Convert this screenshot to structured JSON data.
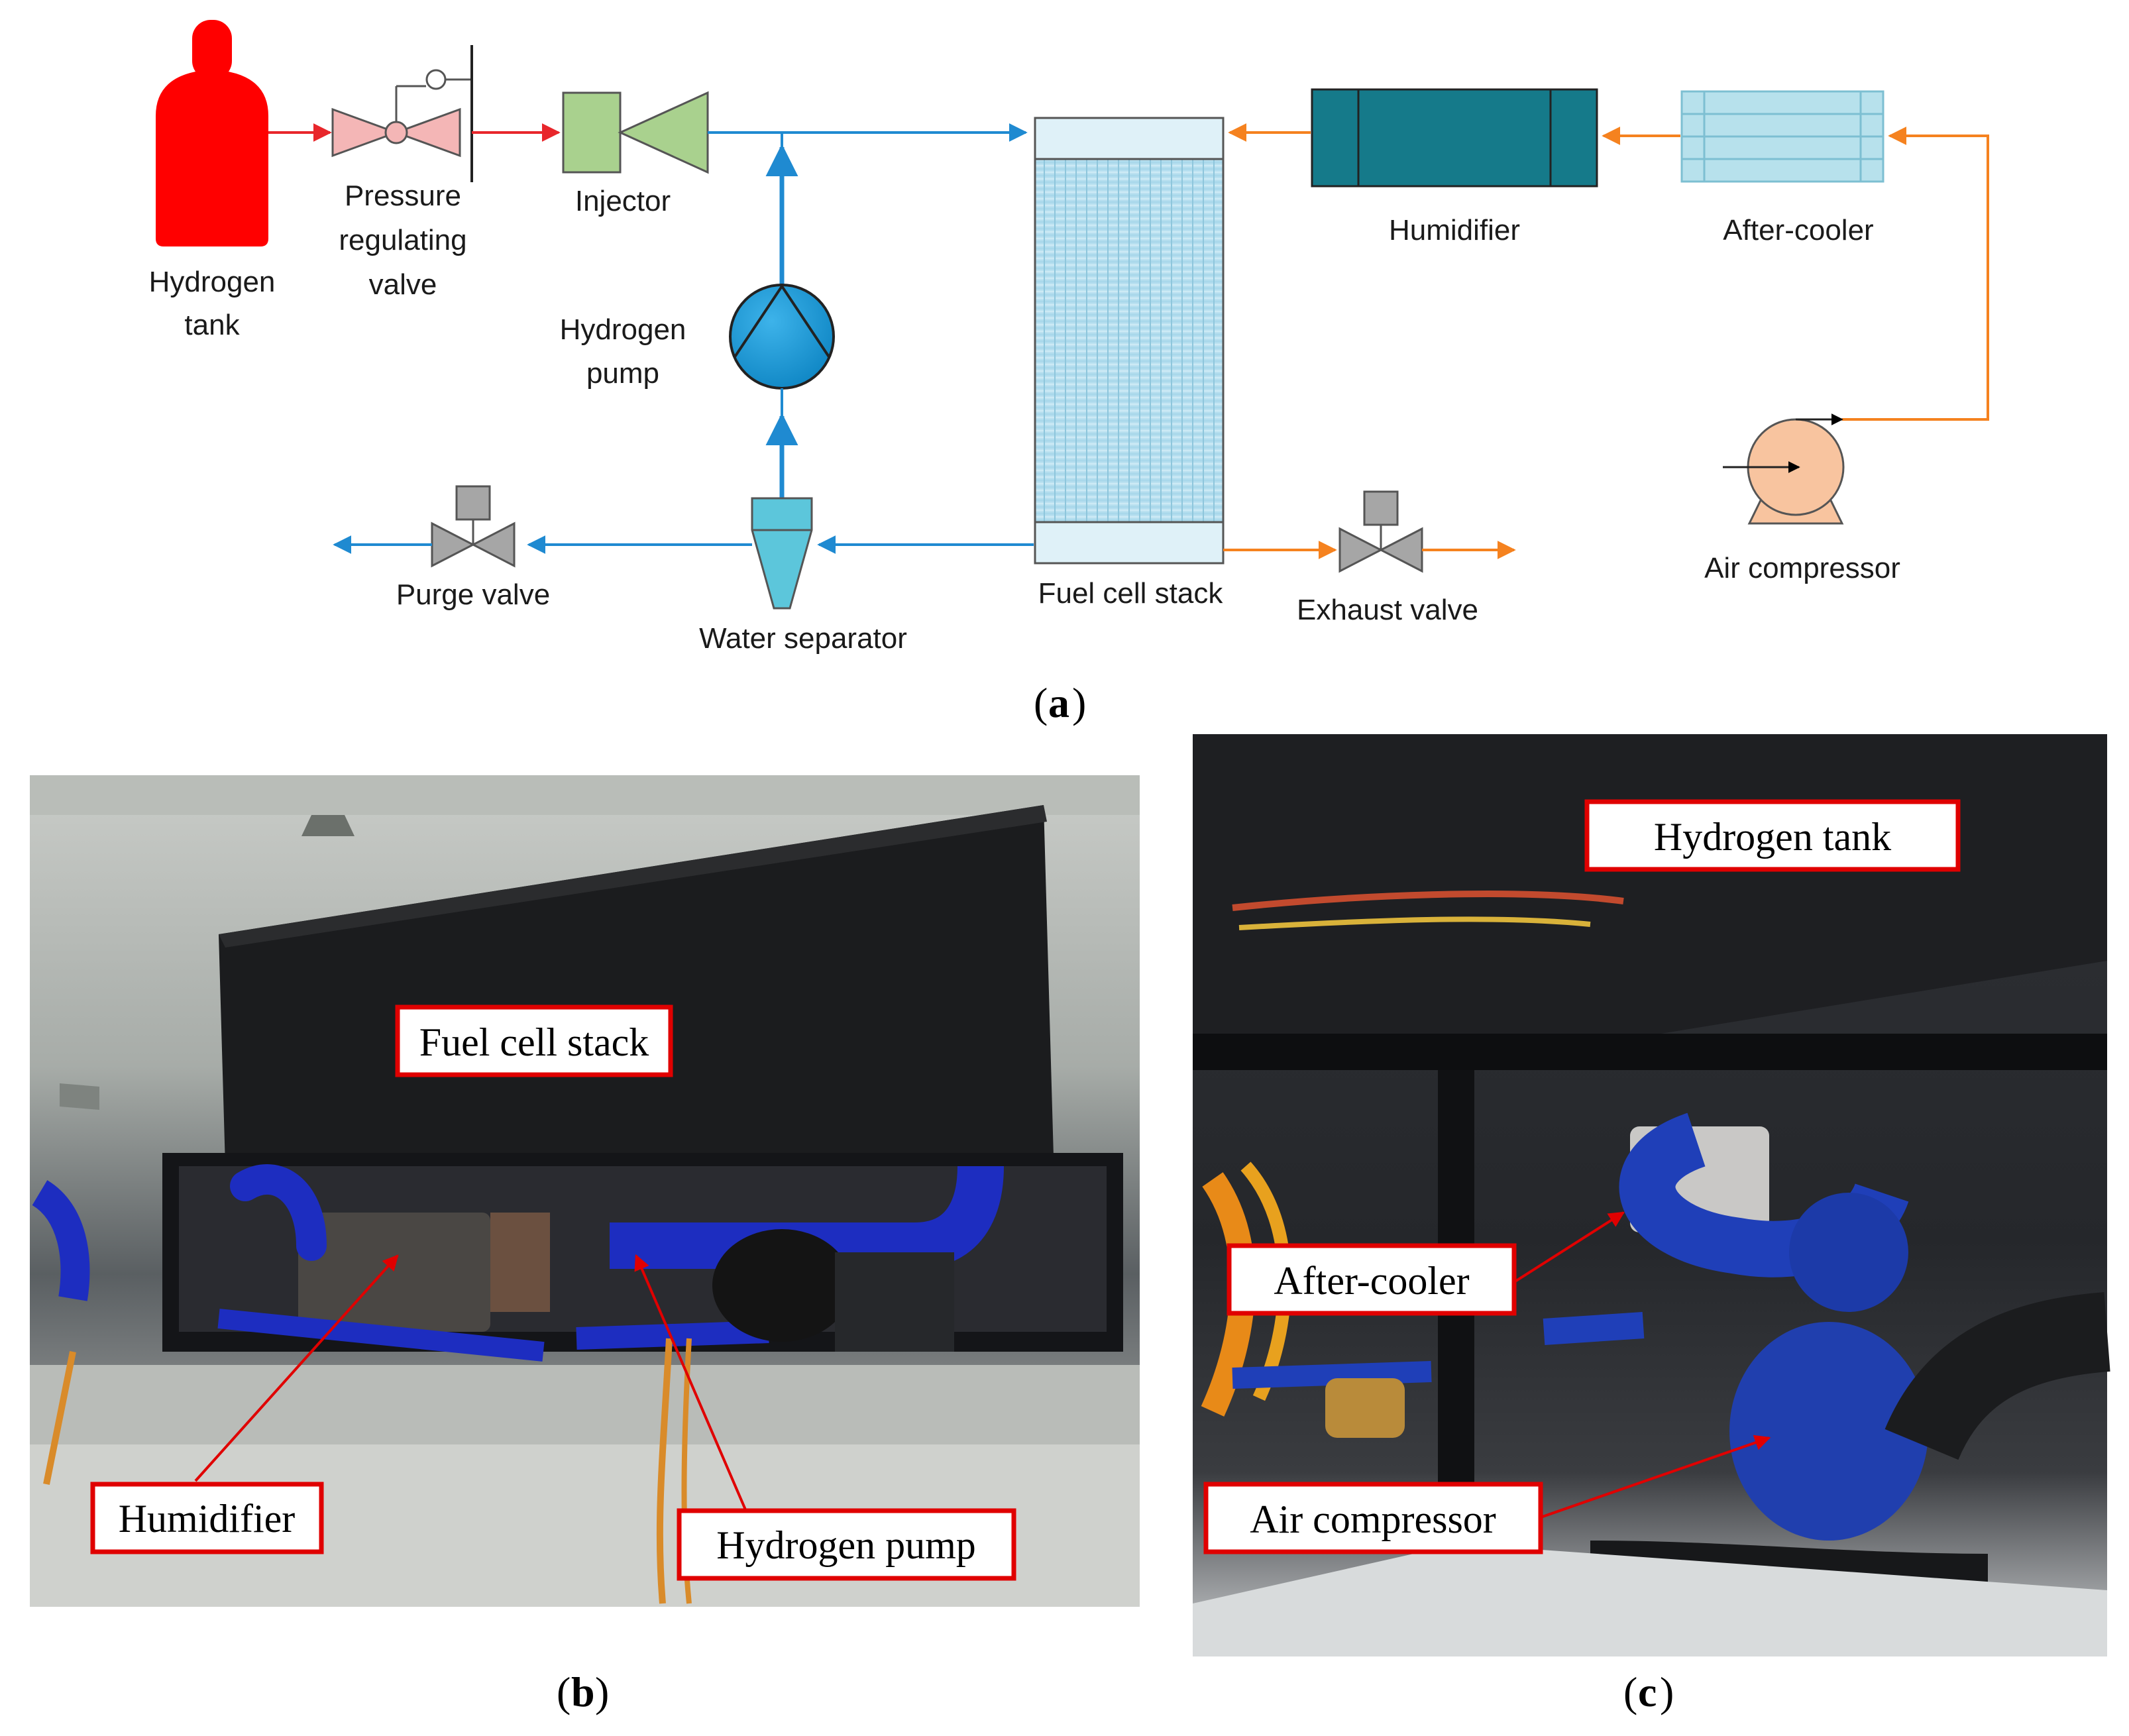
{
  "panel_a": {
    "caption_letter": "a",
    "components": {
      "hydrogen_tank": [
        "Hydrogen",
        "tank"
      ],
      "pressure_valve": [
        "Pressure",
        "regulating",
        "valve"
      ],
      "injector": "Injector",
      "hydrogen_pump": [
        "Hydrogen",
        "pump"
      ],
      "fuel_cell_stack": "Fuel cell stack",
      "humidifier": "Humidifier",
      "after_cooler": "After-cooler",
      "air_compressor": "Air compressor",
      "purge_valve": "Purge valve",
      "water_separator": "Water separator",
      "exhaust_valve": "Exhaust valve"
    },
    "colors": {
      "hydrogen_line": "#e8262b",
      "recirculation_line": "#1f8ad1",
      "air_line": "#f5821f",
      "tank": "#ff0000",
      "valve_pink": "#f4b6b6",
      "injector": "#a9d18e",
      "pump": "#1c9ad6",
      "stack": "#a6d6ea",
      "humidifier": "#157a8a",
      "after_cooler": "#b7e1ec",
      "compressor": "#f8c49f",
      "actuator_gray": "#a6a6a6"
    }
  },
  "panel_b": {
    "caption_letter": "b",
    "labels": {
      "fuel_cell_stack": "Fuel cell stack",
      "humidifier": "Humidifier",
      "hydrogen_pump": "Hydrogen pump"
    }
  },
  "panel_c": {
    "caption_letter": "c",
    "labels": {
      "hydrogen_tank": "Hydrogen tank",
      "after_cooler": "After-cooler",
      "air_compressor": "Air compressor"
    }
  }
}
